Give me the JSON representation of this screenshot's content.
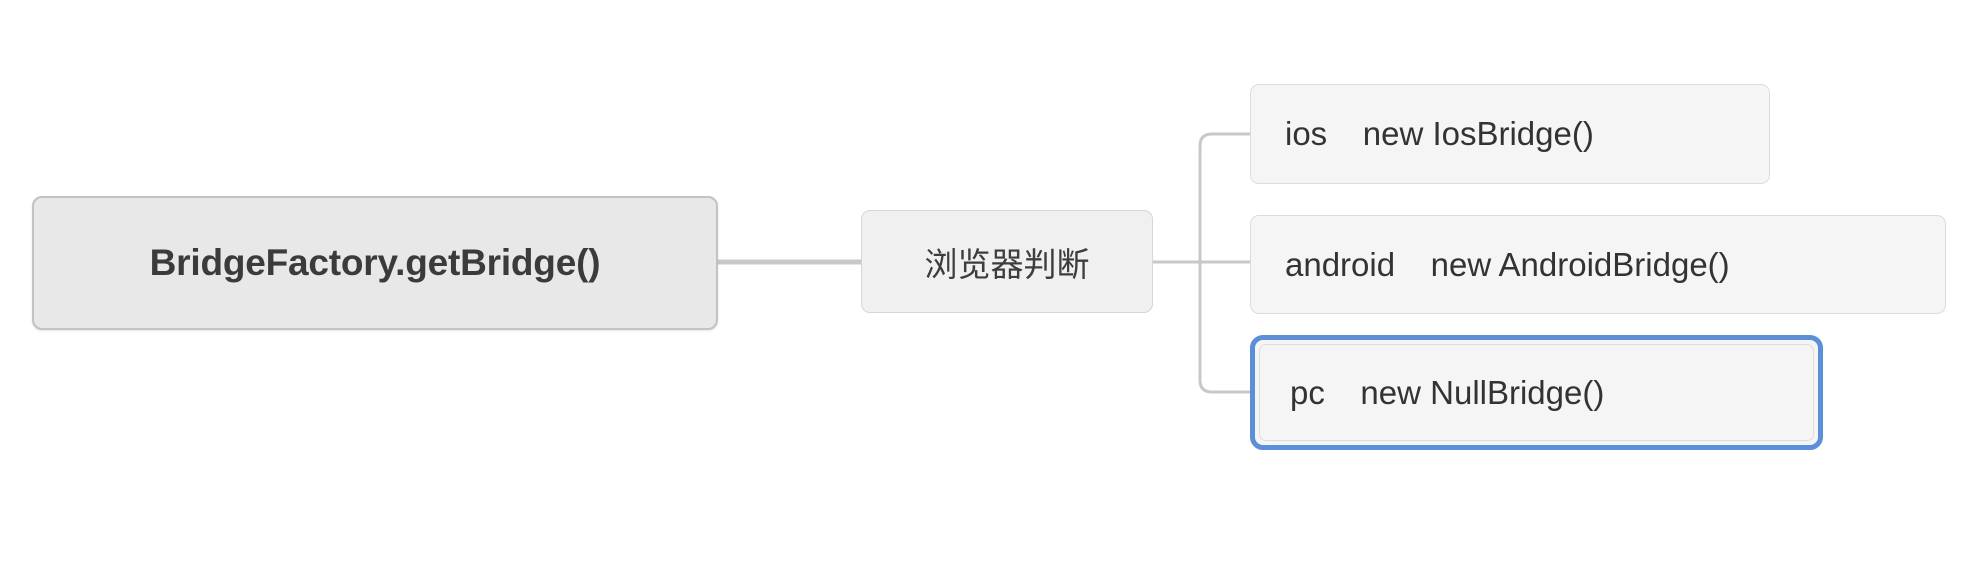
{
  "diagram": {
    "type": "mindmap",
    "title": "BridgeFactory.getBridge() browser-detection mindmap",
    "colors": {
      "canvas_background": "#ffffff",
      "root_fill": "#e8e8e8",
      "root_border": "#c2c2c2",
      "branch_fill": "#f0f0f0",
      "branch_border": "#d6d6d6",
      "leaf_fill": "#f5f5f5",
      "leaf_border": "#dcdcdc",
      "edge_line": "#c8c8c8",
      "selection_blue": "#5b8fd8",
      "text": "#333333"
    }
  },
  "root": {
    "label": "BridgeFactory.getBridge()"
  },
  "branch": {
    "label": "浏览器判断"
  },
  "leaves": [
    {
      "key": "ios",
      "gap": "        ",
      "value": "new IosBridge()",
      "selected": false
    },
    {
      "key": "android",
      "gap": "        ",
      "value": "new AndroidBridge()",
      "selected": false
    },
    {
      "key": "pc",
      "gap": "        ",
      "value": "new NullBridge()",
      "selected": true
    }
  ],
  "selection": {
    "selected_node_key": "pc",
    "selected_node_label": "pc        new NullBridge()"
  }
}
